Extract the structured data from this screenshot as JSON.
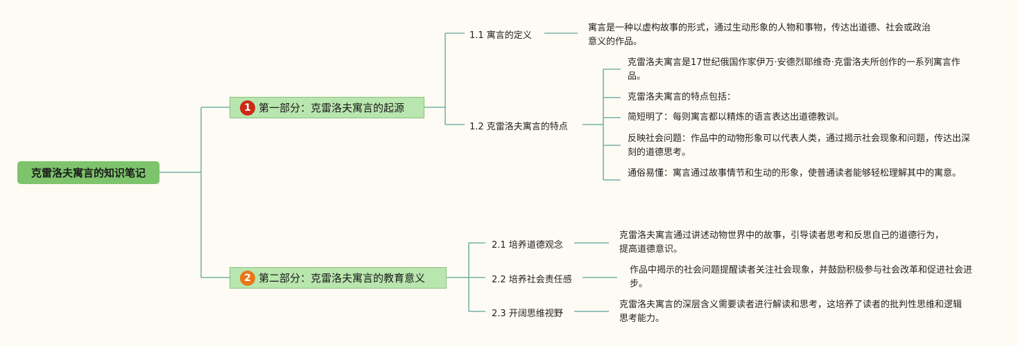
{
  "root": {
    "label": "克雷洛夫寓言的知识笔记"
  },
  "sections": [
    {
      "number": "1",
      "label": "第一部分：克雷洛夫寓言的起源",
      "badge_color": "#cc2b18"
    },
    {
      "number": "2",
      "label": "第二部分：克雷洛夫寓言的教育意义",
      "badge_color": "#e8771b"
    }
  ],
  "subtopics": [
    {
      "label": "1.1 寓言的定义"
    },
    {
      "label": "1.2 克雷洛夫寓言的特点"
    },
    {
      "label": "2.1 培养道德观念"
    },
    {
      "label": "2.2 培养社会责任感"
    },
    {
      "label": "2.3 开阔思维视野"
    }
  ],
  "notes": [
    "寓言是一种以虚构故事的形式，通过生动形象的人物和事物，传达出道德、社会或政治意义的作品。",
    "克雷洛夫寓言是17世纪俄国作家伊万·安德烈耶维奇·克雷洛夫所创作的一系列寓言作品。",
    "克雷洛夫寓言的特点包括：",
    "简短明了：每则寓言都以精炼的语言表达出道德教训。",
    "反映社会问题：作品中的动物形象可以代表人类，通过揭示社会现象和问题，传达出深刻的道德思考。",
    "通俗易懂：寓言通过故事情节和生动的形象，使普通读者能够轻松理解其中的寓意。",
    "克雷洛夫寓言通过讲述动物世界中的故事，引导读者思考和反思自己的道德行为，提高道德意识。",
    "作品中揭示的社会问题提醒读者关注社会现象，并鼓励积极参与社会改革和促进社会进步。",
    "克雷洛夫寓言的深层含义需要读者进行解读和思考，这培养了读者的批判性思维和逻辑思考能力。"
  ],
  "colors": {
    "line": "#5aa39a",
    "root_fill": "#7dc46c",
    "section_fill": "#b9e6ae"
  }
}
